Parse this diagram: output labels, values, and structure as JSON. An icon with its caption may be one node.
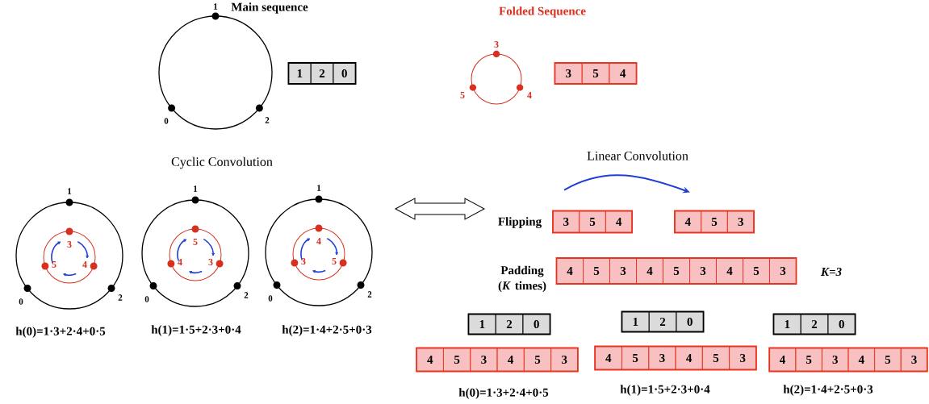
{
  "diagram": {
    "nodes": [
      {
        "text": [],
        "shape": "box"
      },
      {
        "text": [
          "1"
        ],
        "in": 0
      },
      {
        "text": [
          "2"
        ],
        "in": 0
      },
      {
        "text": [
          "0"
        ],
        "in": 0
      },
      {
        "text": [],
        "shape": "box"
      },
      {
        "text": [
          "3"
        ],
        "in": 4
      },
      {
        "text": [
          "5"
        ],
        "in": 4
      },
      {
        "text": [
          "4"
        ],
        "in": 4
      },
      {
        "text": [],
        "shape": "box"
      },
      {
        "text": [
          "3"
        ],
        "in": 8
      },
      {
        "text": [
          "5"
        ],
        "in": 8
      },
      {
        "text": [
          "4"
        ],
        "in": 8
      },
      {
        "text": [],
        "shape": "box"
      },
      {
        "text": [
          "4"
        ],
        "in": 12
      },
      {
        "text": [
          "5"
        ],
        "in": 12
      },
      {
        "text": [
          "3"
        ],
        "in": 12
      },
      {
        "text": [],
        "shape": "box"
      },
      {
        "text": [
          "4"
        ],
        "in": 16
      },
      {
        "text": [
          "5"
        ],
        "in": 16
      },
      {
        "text": [
          "3"
        ],
        "in": 16
      },
      {
        "text": [
          "4"
        ],
        "in": 16
      },
      {
        "text": [
          "5"
        ],
        "in": 16
      },
      {
        "text": [
          "3"
        ],
        "in": 16
      },
      {
        "text": [
          "4"
        ],
        "in": 16
      },
      {
        "text": [
          "5"
        ],
        "in": 16
      },
      {
        "text": [
          "3"
        ],
        "in": 16
      },
      {
        "text": [],
        "shape": "box"
      },
      {
        "text": [
          "1"
        ],
        "in": 26
      },
      {
        "text": [
          "2"
        ],
        "in": 26
      },
      {
        "text": [
          "0"
        ],
        "in": 26
      },
      {
        "text": [],
        "shape": "box"
      },
      {
        "text": [
          "4"
        ],
        "in": 30
      },
      {
        "text": [
          "5"
        ],
        "in": 30
      },
      {
        "text": [
          "3"
        ],
        "in": 30
      },
      {
        "text": [
          "4"
        ],
        "in": 30
      },
      {
        "text": [
          "5"
        ],
        "in": 30
      },
      {
        "text": [
          "3"
        ],
        "in": 30
      },
      {
        "text": [],
        "shape": "box"
      },
      {
        "text": [
          "1"
        ],
        "in": 37
      },
      {
        "text": [
          "2"
        ],
        "in": 37
      },
      {
        "text": [
          "0"
        ],
        "in": 37
      },
      {
        "text": [],
        "shape": "box"
      },
      {
        "text": [
          "4"
        ],
        "in": 41
      },
      {
        "text": [
          "5"
        ],
        "in": 41
      },
      {
        "text": [
          "3"
        ],
        "in": 41
      },
      {
        "text": [
          "4"
        ],
        "in": 41
      },
      {
        "text": [
          "5"
        ],
        "in": 41
      },
      {
        "text": [
          "3"
        ],
        "in": 41
      },
      {
        "text": [],
        "shape": "box"
      },
      {
        "text": [
          "1"
        ],
        "in": 48
      },
      {
        "text": [
          "2"
        ],
        "in": 48
      },
      {
        "text": [
          "0"
        ],
        "in": 48
      },
      {
        "text": [],
        "shape": "box"
      },
      {
        "text": [
          "4"
        ],
        "in": 52
      },
      {
        "text": [
          "5"
        ],
        "in": 52
      },
      {
        "text": [
          "3"
        ],
        "in": 52
      },
      {
        "text": [
          "4"
        ],
        "in": 52
      },
      {
        "text": [
          "5"
        ],
        "in": 52
      },
      {
        "text": [
          "3"
        ],
        "in": 52
      }
    ],
    "edges": [
      {
        "from": 8,
        "to": 12,
        "arrow": "to",
        "color": "#1f3fd6"
      }
    ],
    "labels": [
      "Main sequence",
      "1",
      "0",
      "2",
      "Folded Sequence",
      "3",
      "5",
      "4",
      "Cyclic Convolution",
      "Linear Convolution",
      "1",
      "3",
      "5",
      "4",
      "0",
      "2",
      "1",
      "5",
      "4",
      "3",
      "0",
      "2",
      "1",
      "4",
      "3",
      "5",
      "0",
      "2",
      "h(0)=1·3+2·4+0·5",
      "h(1)=1·5+2·3+0·4",
      "h(2)=1·4+2·5+0·3",
      "Flipping",
      "Padding (*K* times)",
      "K=3",
      "h(0)=1·3+2·4+0·5",
      "h(1)=1·5+2·3+0·4",
      "h(2)=1·4+2·5+0·3"
    ]
  }
}
